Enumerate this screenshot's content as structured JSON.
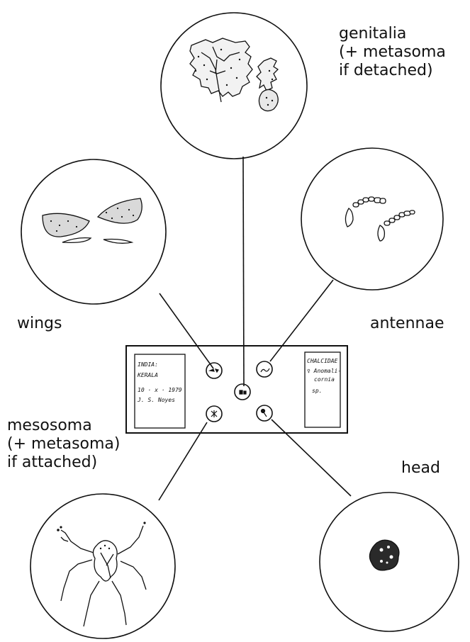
{
  "labels": {
    "genitalia": [
      "genitalia",
      "(+ metasoma",
      "if detached)"
    ],
    "wings": "wings",
    "antennae": "antennae",
    "mesosoma": [
      "mesosoma",
      "(+ metasoma)",
      "if attached)"
    ],
    "head": "head"
  },
  "slide": {
    "left_label": [
      "INDIA:",
      "KERALA",
      "10 · x · 1979",
      "J. S. Noyes"
    ],
    "right_label": [
      "CHALCIDAE",
      "♀ Anomali-",
      "cornia",
      "sp."
    ]
  }
}
